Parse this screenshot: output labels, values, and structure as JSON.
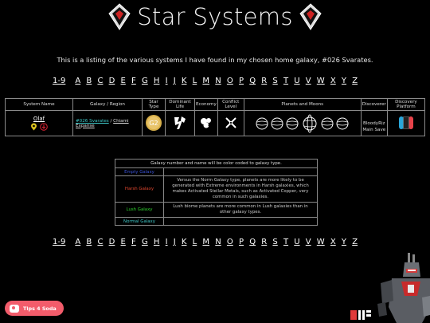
{
  "header": {
    "title": "Star Systems"
  },
  "intro": "This is a listing of the various systems I have found in my chosen home galaxy, #026 Svarates.",
  "alpha_nav": [
    "1-9",
    "A",
    "B",
    "C",
    "D",
    "E",
    "F",
    "G",
    "H",
    "I",
    "J",
    "K",
    "L",
    "M",
    "N",
    "O",
    "P",
    "Q",
    "R",
    "S",
    "T",
    "U",
    "V",
    "W",
    "X",
    "Y",
    "Z"
  ],
  "table": {
    "headers": [
      "System Name",
      "Galaxy / Region",
      "Star Type",
      "Dominant Life",
      "Economy",
      "Conflict Level",
      "Planets and Moons",
      "Discoverer",
      "Discovery Platform"
    ],
    "row": {
      "system": "Olaf",
      "galaxy": "#026 Svarates",
      "separator": " / ",
      "region": "Chiami Expanse",
      "star_type": "G2",
      "discoverer": "BloodyRiz\nMain Save"
    }
  },
  "legend": {
    "title": "Galaxy number and name will be color coded to galaxy type.",
    "rows": [
      {
        "name": "Empty Galaxy",
        "color": "#3b53d9",
        "desc": ""
      },
      {
        "name": "Harsh Galaxy",
        "color": "#e3472f",
        "desc": "Versus the Norm Galaxy type, planets are more likely to be generated with Extreme environments in Harsh galaxies, which makes Activated Stellar Metals, such as Activated Copper, very common in such galaxies."
      },
      {
        "name": "Lush Galaxy",
        "color": "#2fd42f",
        "desc": "Lush biome planets are more common in Lush galaxies than in other galaxy types."
      },
      {
        "name": "Normal Galaxy",
        "color": "#3fc9c9",
        "desc": ""
      }
    ]
  },
  "tips": {
    "label": "Tips 4 Soda"
  },
  "icons": [
    "emblem-icon",
    "location-pin-icon",
    "download-icon",
    "star-g2-icon",
    "gek-life-icon",
    "economy-icon",
    "conflict-icon",
    "planet-icon",
    "ringed-planet-icon",
    "switch-icon",
    "soda-cup-icon",
    "robot-character-icon",
    "brand-logo-icon"
  ]
}
